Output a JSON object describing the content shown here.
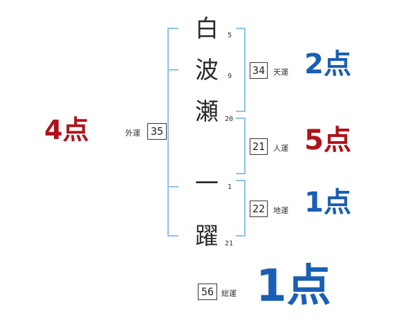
{
  "colors": {
    "bracket": "#8ec3e6",
    "good": "#1a5fb4",
    "bad": "#b0121b"
  },
  "name": {
    "chars": [
      {
        "char": "白",
        "strokes": "5"
      },
      {
        "char": "波",
        "strokes": "9"
      },
      {
        "char": "瀬",
        "strokes": "20"
      },
      {
        "char": "一",
        "strokes": "1"
      },
      {
        "char": "躍",
        "strokes": "21"
      }
    ]
  },
  "fortunes": {
    "tenkaku": {
      "label": "天運",
      "value": "34",
      "score": "2点",
      "tone": "good"
    },
    "jinkaku": {
      "label": "人運",
      "value": "21",
      "score": "5点",
      "tone": "bad"
    },
    "chikaku": {
      "label": "地運",
      "value": "22",
      "score": "1点",
      "tone": "good"
    },
    "gaikaku": {
      "label": "外運",
      "value": "35",
      "score": "4点",
      "tone": "bad"
    },
    "soukaku": {
      "label": "総運",
      "value": "56",
      "score": "1点",
      "tone": "good"
    }
  }
}
